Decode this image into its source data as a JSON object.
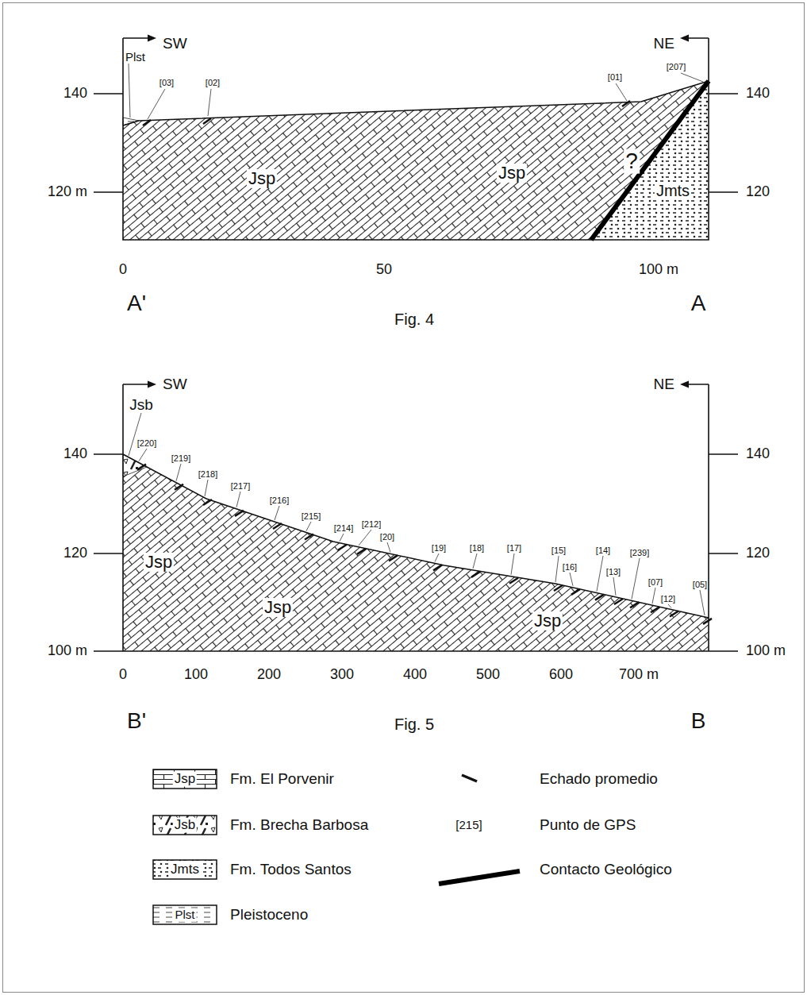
{
  "diagram": {
    "labels": [
      "SW",
      "NE",
      "140",
      "120 m",
      "140",
      "120",
      "Plst",
      "[03]",
      "[02]",
      "[01]",
      "[207]",
      "Jsp",
      "Jsp",
      "?",
      "Jmts",
      "0",
      "50",
      "100 m",
      "A'",
      "A",
      "Fig. 4",
      "SW",
      "NE",
      "Jsb",
      "[220]",
      "[219]",
      "[218]",
      "[217]",
      "[216]",
      "[215]",
      "[214]",
      "[212]",
      "[20]",
      "[19]",
      "[18]",
      "[17]",
      "[15]",
      "[16]",
      "[14]",
      "[13]",
      "[239]",
      "[07]",
      "[12]",
      "[05]",
      "140",
      "120",
      "100 m",
      "140",
      "120",
      "100 m",
      "Jsp",
      "Jsp",
      "Jsp",
      "0",
      "100",
      "200",
      "300",
      "400",
      "500",
      "600",
      "700 m",
      "B'",
      "B",
      "Fig. 5",
      "Jsp",
      "Jsb",
      "Jmts",
      "Plst",
      "[215]"
    ],
    "legend": [
      {
        "text": "Fm. El Porvenir"
      },
      {
        "text": "Fm. Brecha Barbosa"
      },
      {
        "text": "Fm. Todos Santos"
      },
      {
        "text": "Pleistoceno"
      },
      {
        "text": "Echado promedio"
      },
      {
        "text": "Punto de GPS"
      },
      {
        "text": "Contacto Geológico"
      }
    ]
  }
}
